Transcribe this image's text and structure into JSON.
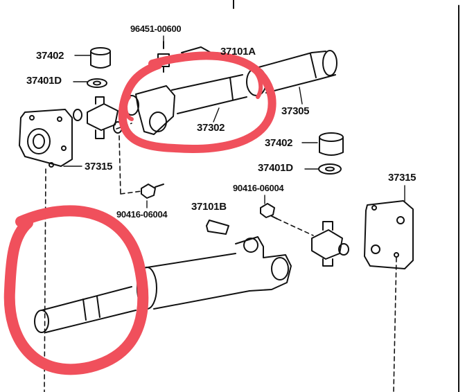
{
  "labels": {
    "p96451_00600": "96451-00600",
    "p37101A": "37101A",
    "p37402_a": "37402",
    "p37401D_a": "37401D",
    "p37305": "37305",
    "p37302": "37302",
    "p37402_b": "37402",
    "p37401D_b": "37401D",
    "p37315_a": "37315",
    "p37315_b": "37315",
    "p90416_a": "90416-06004",
    "p90416_b": "90416-06004",
    "p37101B": "37101B"
  },
  "colors": {
    "line": "#111111",
    "highlight": "#f0505c"
  }
}
